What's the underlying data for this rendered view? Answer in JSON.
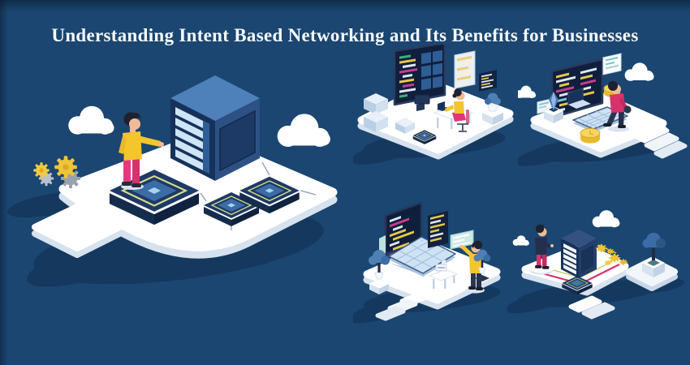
{
  "header": {
    "title": "Understanding Intent Based Networking and Its Benefits for Businesses"
  },
  "theme": {
    "background": "#1a4671",
    "title_color": "#f6f9fc",
    "island_shadow": "#15395e",
    "platform_white": "#ffffff",
    "platform_side": "#d7e2ef",
    "navy_deep": "#16325a",
    "navy_panel": "#1d3a66",
    "server_top_blue": "#4e80ba",
    "server_slat_light": "#cfe4f7",
    "screen_dark": "#101f3d",
    "code_yellow": "#e8c84a",
    "code_magenta": "#c93e8c",
    "code_white": "#dfe8f2",
    "code_green": "#3fae7a",
    "teal_bar": "#7fc4c9",
    "teal_panel": "#cde9e6",
    "accent_gold": "#f0c437",
    "accent_magenta": "#d6336c",
    "person_shirt_yellow": "#f4c52c",
    "person_pants_pink": "#e23a7f",
    "skin": "#f2bb97",
    "hair": "#20202e",
    "gear_gray": "#9aa3ad",
    "chip_border": "#d9dc8a",
    "chip_inner_blue": "#3c6ca6",
    "keyboard_blue": "#cfe2f4",
    "tree_blue": "#4f7fb3",
    "connector_gray": "#93a1b3"
  },
  "scenes": {
    "main": {
      "name": "server-tower-scene",
      "elements": [
        "cloud-icon",
        "gears-icon",
        "person-pointing",
        "server-tower-icon",
        "circuit-chip-icon",
        "isometric-platform"
      ]
    },
    "workstation": {
      "name": "code-monitor-workstation-scene",
      "elements": [
        "code-screen-icon",
        "document-panel-icon",
        "person-at-desk",
        "plant-icon",
        "storage-boxes-icon",
        "circuit-chip-icon"
      ]
    },
    "developer": {
      "name": "walking-developer-scene",
      "elements": [
        "code-screen-icon",
        "keyboard-icon",
        "laptop-icon",
        "coin-icon",
        "crystal-icon",
        "person-walking",
        "cloud-icon"
      ]
    },
    "laptop": {
      "name": "big-laptop-scene",
      "elements": [
        "laptop-icon",
        "code-panel-icon",
        "teal-panel-icon",
        "person-pointing",
        "tree-icon",
        "desk-icon",
        "steps-icon"
      ]
    },
    "server_small": {
      "name": "small-server-scene",
      "elements": [
        "server-tower-icon",
        "person-standing",
        "gears-icon",
        "cloud-tree-icon",
        "circuit-trace-lines",
        "circuit-chip-icon",
        "cloud-icon"
      ]
    }
  }
}
